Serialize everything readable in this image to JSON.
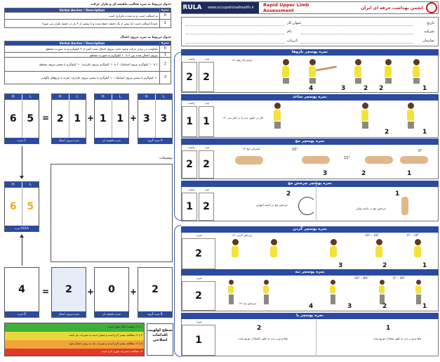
{
  "header": {
    "brand": "RULA",
    "url": "www.occupationalhealth.ir",
    "title_en": "Rapid Upper Limb Assessment",
    "title_fa": "انجمن بهداشت حرفه ای ایران"
  },
  "form": {
    "date": "تاریخ:",
    "job": "عنوان کار:",
    "company": "شرکت:",
    "name": "نام:",
    "org": "سازمان:",
    "assessor": "ارزیاب:"
  },
  "tables": {
    "activity_title": "جدول مربوط به نمره فعالیت ماهیچه ای و تکرار حرکت",
    "force_title": "جدول مربوط به نمره نیروی اعمال",
    "col_score": "نمره",
    "col_desc": "Verbal Anchor / Description",
    "activity_rows": [
      {
        "n": "0",
        "t": "به اسکلت است و به شدت تکراری است"
      },
      {
        "n": "1",
        "t": "عمدتاً اسکلت است (یا بیش از یک دقیقه حفظ شده و یا بیشتر از ۴ بار در دقیقه تکرار می شود)"
      }
    ],
    "force_rows": [
      {
        "n": "0",
        "t": "مقاومت در برابر حرکت وجود ندارد نیروی اعمال شده کمتر از ۲ کیلوگرم و به صورت متقطع"
      },
      {
        "n": "1",
        "t": "نیروی اعمال شده بین ۲ تا ۱۰ کیلوگرم به صورت متقطع"
      },
      {
        "n": "2",
        "t": "۲ تا ۱۰ کیلوگرم نیروی استاتیک؛ ۲ تا ۱۰ کیلوگرم نیروی تکراری؛ ۱۰ کیلوگرم یا بیشتر نیروی متقطع"
      },
      {
        "n": "3",
        "t": "۱۰ کیلوگرم یا بیشتر نیروی استاتیک؛ ۱۰ کیلوگرم یا بیشتر نیروی تکراری؛ ضربه یا نیروهای ناگهانی"
      }
    ]
  },
  "calc": {
    "h": "H",
    "l": "L",
    "boxC": {
      "label": "نمره C",
      "h": "6",
      "l": "5"
    },
    "boxForce1": {
      "label": "نمره نیروی اعمال",
      "h": "2",
      "l": "1"
    },
    "boxMuscle1": {
      "label": "نمره ماهیچه ای",
      "h": "1",
      "l": "1"
    },
    "boxGroupA": {
      "label": "نمره گروه A",
      "h": "3",
      "l": "3"
    },
    "boxRula": {
      "label": "نمره RULA",
      "h": "6",
      "l": "5"
    },
    "boxD": {
      "label": "نمره D",
      "v": "4"
    },
    "boxForce2": {
      "label": "نمره نیروی اعمال",
      "v": "2"
    },
    "boxMuscle2": {
      "label": "نمره ماهیچه ای",
      "v": "0"
    },
    "boxGroupB": {
      "label": "نمره گروه B",
      "v": "2"
    },
    "eq": "=",
    "plus": "+",
    "notes_label": "توضیحات"
  },
  "action": {
    "title": "سطح اولویت اقدامات اصلاحی",
    "lines": [
      "۱ یا ۲: وضعیت قابل قبول است",
      "۳ یا ۴: مطالعه بیشتر لازم است و ممکن است به تغییرات نیاز باشد",
      "۵ یا ۶: مطالعه بیشتر لازم است و تغییرات باید به زودی اعمال شود",
      "۷: مطالعه و تغییرات فوری لازم است"
    ],
    "colors": [
      "#3fae3a",
      "#e8d93a",
      "#f2a33a",
      "#e23a2a"
    ]
  },
  "rows": [
    {
      "title": "نمره پوسچر بازوها",
      "side_r": "راست",
      "side_l": "چپ",
      "r": "2",
      "l": "2",
      "nums": [
        "4",
        "3",
        "2",
        "2",
        "1"
      ],
      "note": "شانه بالا رفته +۱"
    },
    {
      "title": "نمره پوسچر ساعد",
      "side_r": "راست",
      "side_l": "چپ",
      "r": "1",
      "l": "1",
      "nums": [
        "2",
        "1"
      ],
      "note": "کار در جلوی بدن یا در کنار بدن +۱"
    },
    {
      "title": "نمره پوسچر مچ",
      "side_r": "راست",
      "side_l": "چپ",
      "r": "2",
      "l": "2",
      "nums": [
        "3",
        "2",
        "1"
      ],
      "note": "انحراف مچ +۱",
      "a1": "15°",
      "a2": "15°",
      "a3": "0°"
    },
    {
      "title": "نمره پوسچر چرخش مچ",
      "side_r": "راست",
      "side_l": "چپ",
      "r": "1",
      "l": "2",
      "nums": [
        "2",
        "1"
      ],
      "note1": "چرخش مچ در دامنه میانی",
      "note2": "چرخش مچ در دامنه انتهایی"
    },
    {
      "title": "نمره پوسچر گردن",
      "side": "نمره",
      "v": "2",
      "nums": [
        "3",
        "2",
        "1"
      ],
      "a1": "10° - 20°",
      "a2": "0° - 10°",
      "note": "چرخش گردن +۱"
    },
    {
      "title": "نمره پوسچر تنه",
      "side": "نمره",
      "v": "2",
      "nums": [
        "4",
        "3",
        "2",
        "1"
      ],
      "a1": "20° - 60°",
      "a2": "0° - 20°",
      "note": "چرخش تنه +۱"
    },
    {
      "title": "نمره پوسچر پا",
      "side": "نمره",
      "v": "1",
      "nums": [
        "2",
        "1"
      ],
      "note1": "پاها و وزن بدن به طور متعادل توزیع شده",
      "note2": "پاها و وزن بدن به طور نامتعادل توزیع شده"
    }
  ]
}
